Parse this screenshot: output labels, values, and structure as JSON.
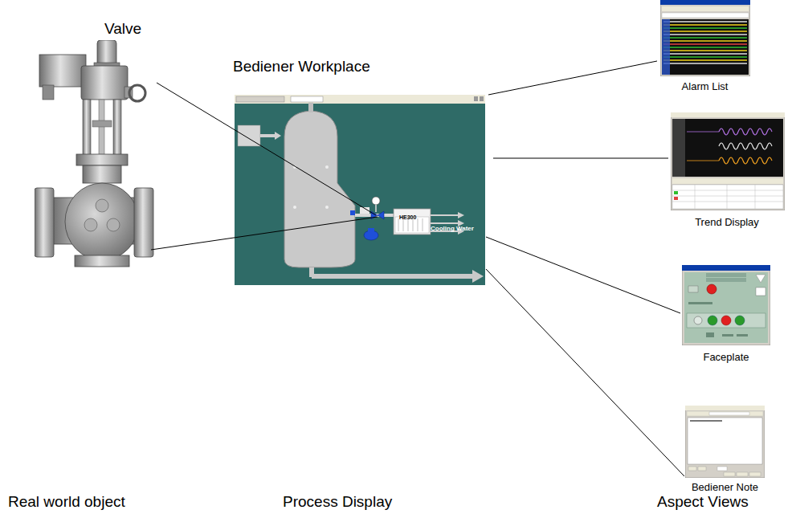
{
  "diagram": {
    "nodes": [
      {
        "text": [
          "Valve"
        ]
      },
      {
        "text": [
          "Bediener Workplace"
        ]
      },
      {
        "text": [
          "Alarm List"
        ]
      },
      {
        "text": [
          "Trend Display"
        ]
      },
      {
        "text": [
          "Faceplate"
        ]
      },
      {
        "text": [
          "Bediener Note"
        ]
      }
    ],
    "edges": [
      {
        "from": 0,
        "to": 1,
        "arrow": "none"
      },
      {
        "from": 0,
        "to": 1,
        "arrow": "none"
      },
      {
        "from": 1,
        "to": 2,
        "arrow": "none"
      },
      {
        "from": 1,
        "to": 3,
        "arrow": "none"
      },
      {
        "from": 1,
        "to": 4,
        "arrow": "none"
      },
      {
        "from": 1,
        "to": 5,
        "arrow": "none"
      }
    ],
    "labels": [
      "HE300",
      "Cooling Water",
      "Real world object",
      "Process Display",
      "Aspect Views"
    ]
  }
}
